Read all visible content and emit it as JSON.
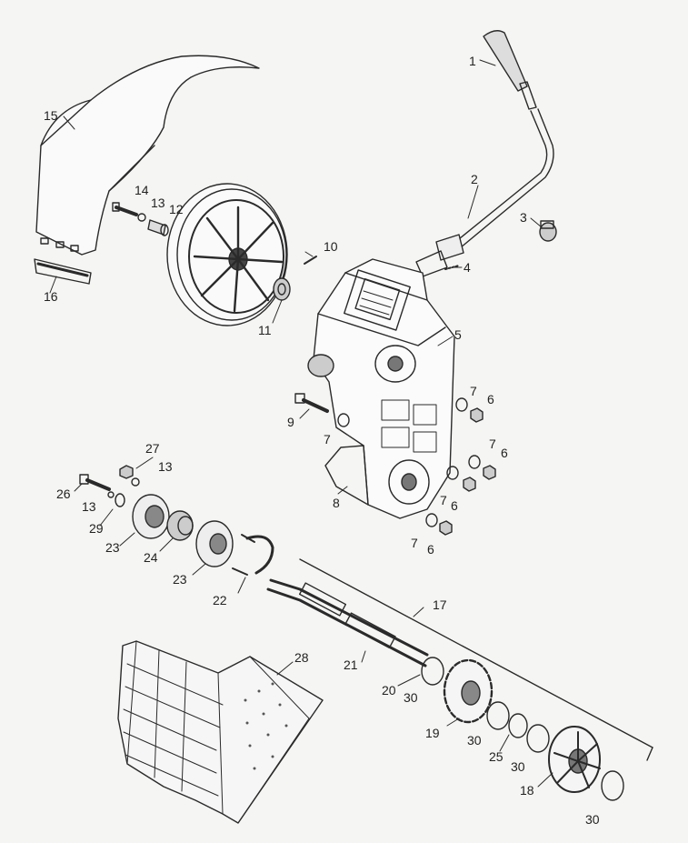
{
  "callouts": {
    "c1": "1",
    "c2": "2",
    "c3": "3",
    "c4": "4",
    "c5": "5",
    "c6a": "6",
    "c6b": "6",
    "c6c": "6",
    "c6d": "6",
    "c7a": "7",
    "c7b": "7",
    "c7c": "7",
    "c7d": "7",
    "c7e": "7",
    "c8": "8",
    "c9": "9",
    "c10": "10",
    "c11": "11",
    "c12": "12",
    "c13a": "13",
    "c13b": "13",
    "c13c": "13",
    "c14": "14",
    "c15": "15",
    "c16": "16",
    "c17": "17",
    "c18": "18",
    "c19": "19",
    "c20": "20",
    "c21": "21",
    "c22": "22",
    "c23a": "23",
    "c23b": "23",
    "c24": "24",
    "c25": "25",
    "c26": "26",
    "c27": "27",
    "c28": "28",
    "c29": "29",
    "c30a": "30",
    "c30b": "30",
    "c30c": "30",
    "c30d": "30"
  }
}
